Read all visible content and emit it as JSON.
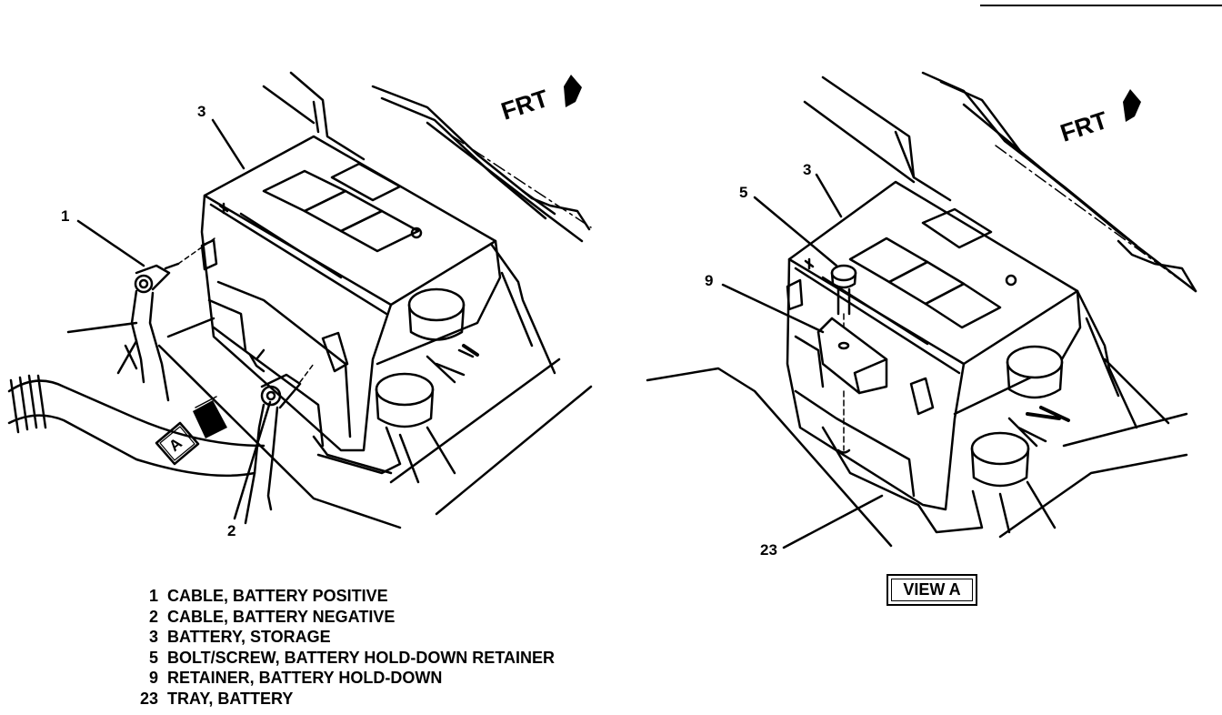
{
  "left_view": {
    "frt_label": "FRT",
    "view_marker": "A",
    "callouts": {
      "c1": "1",
      "c2": "2",
      "c3": "3"
    }
  },
  "right_view": {
    "frt_label": "FRT",
    "callouts": {
      "c3": "3",
      "c5": "5",
      "c9": "9",
      "c23": "23"
    },
    "view_label": "VIEW A"
  },
  "legend": [
    {
      "num": "1",
      "text": "CABLE, BATTERY POSITIVE"
    },
    {
      "num": "2",
      "text": "CABLE, BATTERY NEGATIVE"
    },
    {
      "num": "3",
      "text": "BATTERY, STORAGE"
    },
    {
      "num": "5",
      "text": "BOLT/SCREW, BATTERY HOLD-DOWN RETAINER"
    },
    {
      "num": "9",
      "text": "RETAINER, BATTERY HOLD-DOWN"
    },
    {
      "num": "23",
      "text": "TRAY, BATTERY"
    }
  ]
}
